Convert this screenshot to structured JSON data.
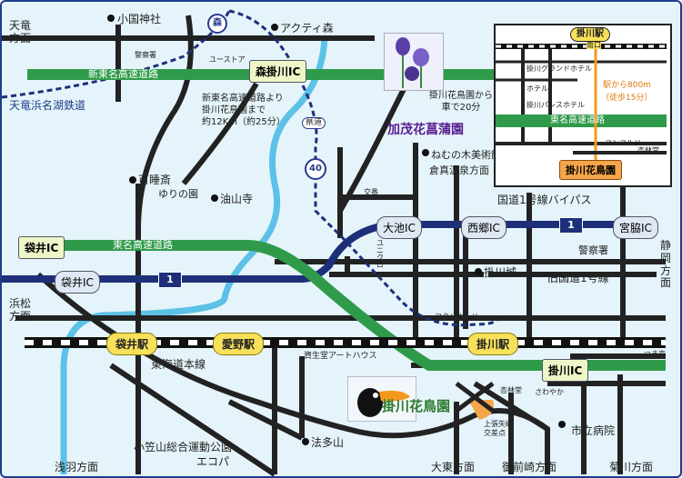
{
  "colors": {
    "background": "#e5f4fa",
    "expressway": "#2f9b4a",
    "national_route": "#1e2f7a",
    "river": "#5cc1e6",
    "rail": "#111111",
    "local_road": "#222222",
    "station_badge": "#f7e15a",
    "kakegawa_kachoen": "#f6a64a"
  },
  "icons": {
    "route_shield": "inverted-triangle-shield-icon",
    "prefectural_route": "circle-route-icon",
    "landmark": "black-dot-icon",
    "destination": "orange-fan-icon"
  },
  "directions": {
    "tenryu": "天竜方面",
    "hamamatsu": "浜松方面",
    "shizuoka": "静岡方面",
    "asaba": "浅羽方面",
    "daito": "大東方面",
    "omaezaki": "御前崎方面",
    "kikugawa": "菊川方面",
    "kurami_onsen": "倉真温泉方面"
  },
  "roads": {
    "shin_tomei": "新東名高速道路",
    "tomei": "東名高速道路",
    "tomei_inset": "東名高速道路",
    "route1_bypass": "国道1号線バイパス",
    "old_route1": "旧国道1号線",
    "route1_shield": "1",
    "prefectural_40": "40",
    "mori_badge": "森",
    "kenmichi": "県道"
  },
  "railways": {
    "tenryu_hamanako": "天竜浜名湖鉄道",
    "tokaido": "東海道本線"
  },
  "interchanges": {
    "mori_kakegawa": "森掛川IC",
    "fukuroi_top": "袋井IC",
    "fukuroi_bypass": "袋井IC",
    "oike": "大池IC",
    "saigo": "西郷IC",
    "miyawaki": "宮脇IC",
    "kakegawa": "掛川IC"
  },
  "stations": {
    "fukuroi": "袋井駅",
    "aino": "愛野駅",
    "kakegawa": "掛川駅"
  },
  "landmarks": {
    "oguni_jinja": "小国神社",
    "acty_mori": "アクティ森",
    "police_top": "警察署",
    "eustart": "ユーストア",
    "kasuisai": "可睡斎",
    "yurinosono": "ゆりの園",
    "yusanji": "油山寺",
    "nemunoki": "ねむの木美術館",
    "koban": "交番",
    "unicro": "ユニクロ",
    "kakegawa_castle": "掛川城",
    "macdonald": "マクドナルド",
    "police_right": "警察署",
    "shiseido": "資生堂アートハウス",
    "tsumagoi": "つま恋",
    "sakurinsha": "杏林堂",
    "sawayaka": "さわやか",
    "kamihari": "上張矢崎\n交差点",
    "city_hospital": "市立病院",
    "hatayama": "法多山",
    "ogasayama_line1": "小笠山総合運動公園",
    "ogasayama_line2": "エコパ"
  },
  "shin_tomei_note": {
    "line1": "新東名高速道路より",
    "line2": "掛川花鳥園まで",
    "line3": "約12Km（約25分）"
  },
  "kamo": {
    "note_line1": "掛川花鳥園から",
    "note_line2": "車で20分",
    "title": "加茂花菖蒲園"
  },
  "kachoen": {
    "title": "掛川花鳥園"
  },
  "inset": {
    "station": "掛川駅",
    "exit": "南口",
    "grand_hotel": "掛川グランドホテル",
    "hotel": "ホテル",
    "palace_hotel": "掛川パレスホテル",
    "distance_line1": "駅から800m",
    "distance_line2": "（徒歩15分）",
    "highway": "東名高速道路",
    "concorde": "コンコルド",
    "kyorindo": "杏林堂",
    "destination": "掛川花鳥園"
  }
}
